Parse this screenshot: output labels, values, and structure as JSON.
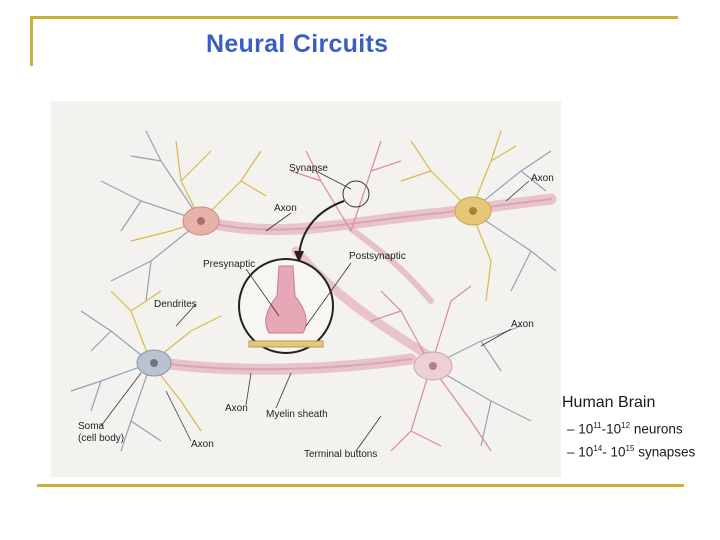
{
  "slide": {
    "title": "Neural Circuits"
  },
  "figure": {
    "labels": {
      "synapse": "Synapse",
      "axon_top": "Axon",
      "axon_top_right": "Axon",
      "axon_right": "Axon",
      "presynaptic": "Presynaptic",
      "postsynaptic": "Postsynaptic",
      "dendrites": "Dendrites",
      "axon_bottom": "Axon",
      "myelin_sheath": "Myelin sheath",
      "soma": "Soma",
      "cell_body": "(cell body)",
      "axon_bottom_left": "Axon",
      "terminal_buttons": "Terminal buttons"
    }
  },
  "facts": {
    "heading": "Human Brain",
    "neurons": {
      "dash": "–",
      "base1": "10",
      "exp1": "11",
      "sep": "-",
      "base2": "10",
      "exp2": "12",
      "unit": "neurons"
    },
    "synapses": {
      "dash": "–",
      "base1": "10",
      "exp1": "14",
      "sep": "-",
      "base2": "10",
      "exp2": "15",
      "unit": "synapses"
    }
  },
  "colors": {
    "accent_rule": "#c9b037",
    "title": "#3a5fbf"
  }
}
